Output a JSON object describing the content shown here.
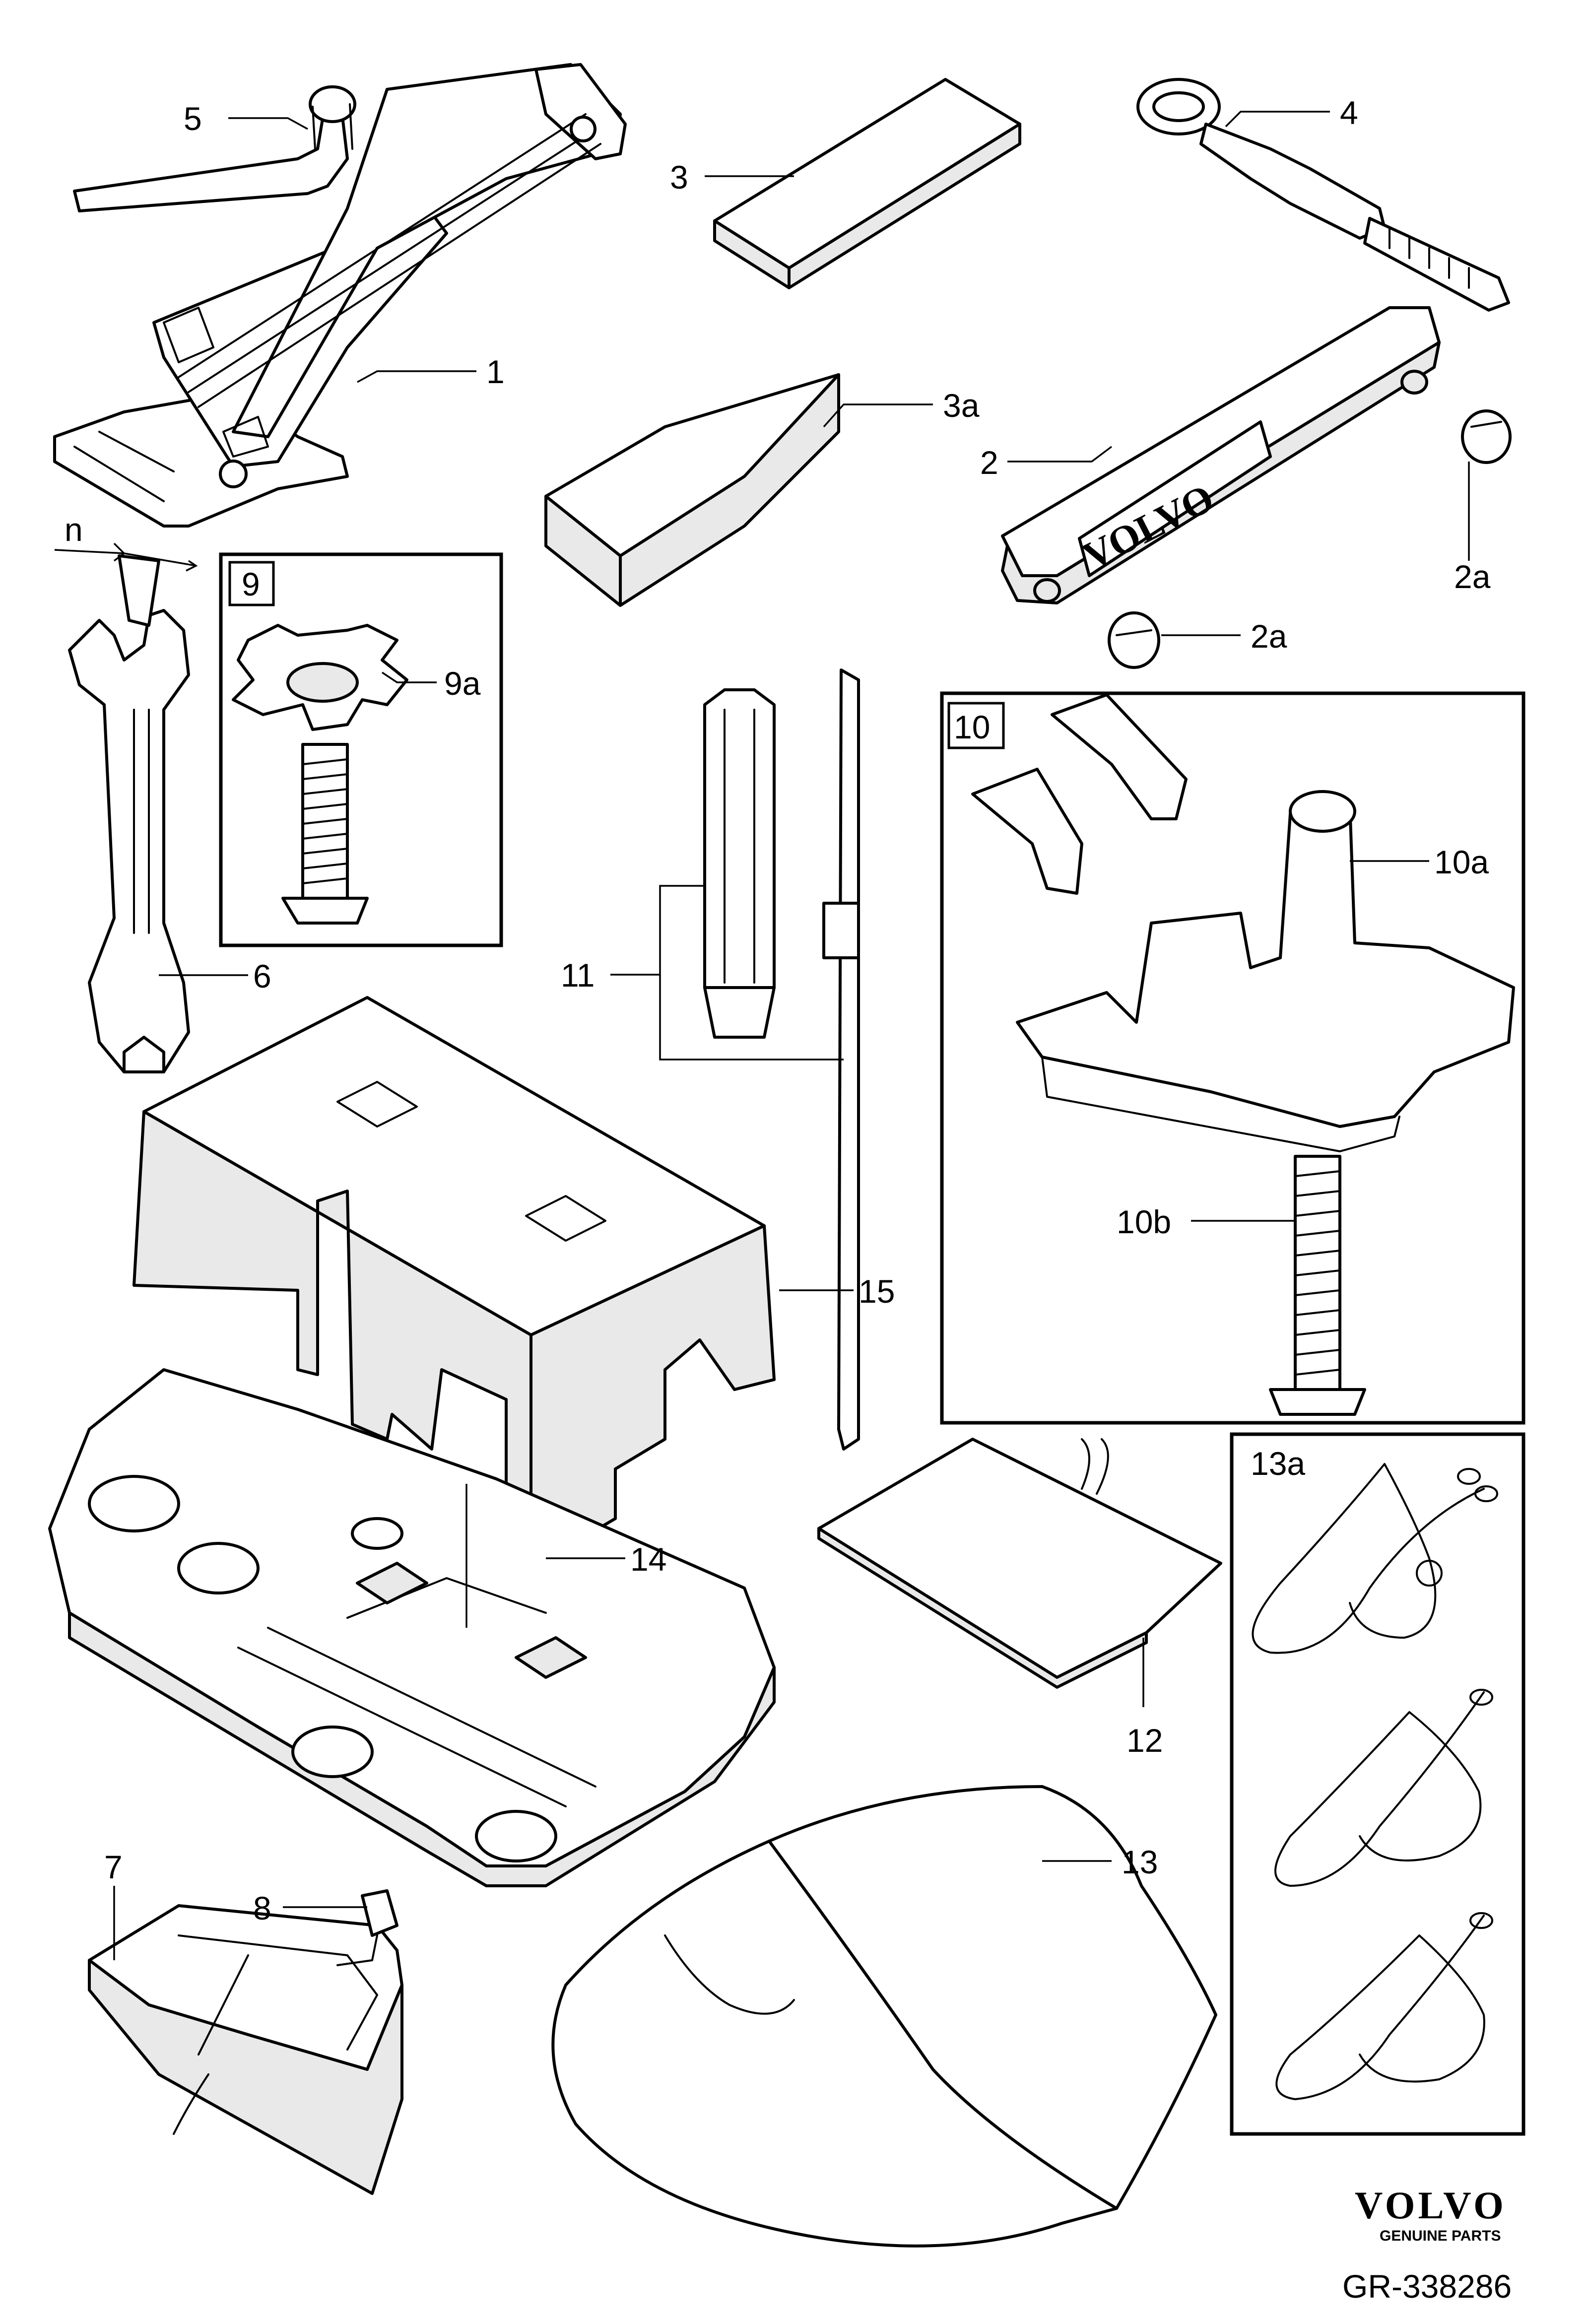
{
  "callouts": {
    "c1": "1",
    "c2": "2",
    "c2a_top": "2a",
    "c2a_bottom": "2a",
    "c3": "3",
    "c3a": "3a",
    "c4": "4",
    "c5": "5",
    "c6": "6",
    "c7": "7",
    "c8": "8",
    "c9": "9",
    "c9a": "9a",
    "c10": "10",
    "c10a": "10a",
    "c10b": "10b",
    "c11": "11",
    "c12": "12",
    "c13": "13",
    "c13a": "13a",
    "c14": "14",
    "c15": "15",
    "cn": "n"
  },
  "handle_logo_text": "VOLVO",
  "footer": {
    "brand": "VOLVO",
    "tagline": "GENUINE PARTS",
    "drawing_number": "GR-338286"
  },
  "icons": {
    "jack": "scissor-jack-icon",
    "crank": "crank-handle-icon",
    "block": "wooden-block-icon",
    "wedge": "wheel-chock-icon",
    "towing_eye": "towing-eye-icon",
    "handle": "wheel-bolt-handle-icon",
    "plug": "cover-plug-icon",
    "wrench": "open-end-wrench-icon",
    "knob": "spare-wheel-knob-icon",
    "screwdriver": "screwdriver-icon",
    "holder": "spare-wheel-holder-icon",
    "foam_cover": "foam-cover-icon",
    "tool_tray": "tool-tray-icon",
    "tray_small": "small-tray-icon",
    "switch": "switch-connector-icon",
    "bag": "plastic-bag-icon",
    "wheel_cover": "wheel-cover-bag-icon",
    "straps": "elastic-straps-icon"
  }
}
